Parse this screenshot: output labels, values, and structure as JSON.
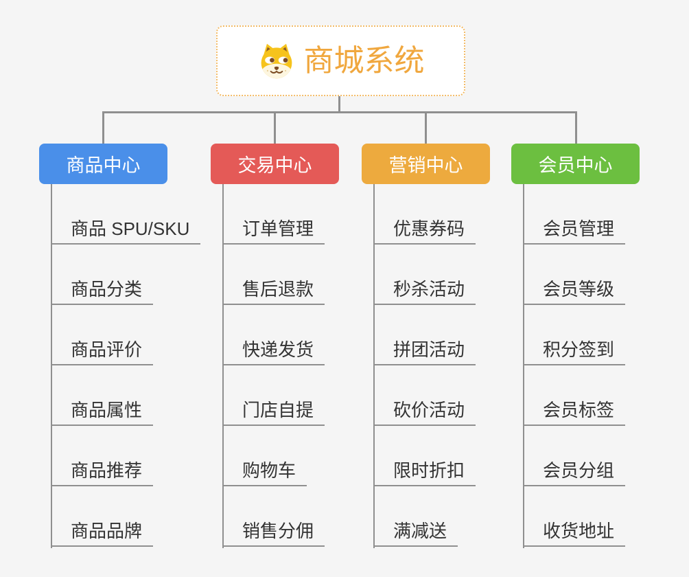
{
  "page": {
    "background": "#f5f5f5"
  },
  "root": {
    "title": "商城系统",
    "title_color": "#f0a73e",
    "icon": "shiba-dog-icon",
    "border_color": "#f3bb66"
  },
  "branches": [
    {
      "label": "商品中心",
      "color": "#4a8fe9",
      "children": [
        "商品 SPU/SKU",
        "商品分类",
        "商品评价",
        "商品属性",
        "商品推荐",
        "商品品牌"
      ]
    },
    {
      "label": "交易中心",
      "color": "#e45a57",
      "children": [
        "订单管理",
        "售后退款",
        "快递发货",
        "门店自提",
        "购物车",
        "销售分佣"
      ]
    },
    {
      "label": "营销中心",
      "color": "#edaa3e",
      "children": [
        "优惠券码",
        "秒杀活动",
        "拼团活动",
        "砍价活动",
        "限时折扣",
        "满减送"
      ]
    },
    {
      "label": "会员中心",
      "color": "#6cbf40",
      "children": [
        "会员管理",
        "会员等级",
        "积分签到",
        "会员标签",
        "会员分组",
        "收货地址"
      ]
    }
  ],
  "lines": {
    "connector_color": "#8f8f8f",
    "child_line_color": "#8f8f8f"
  },
  "text_color": "#333333"
}
